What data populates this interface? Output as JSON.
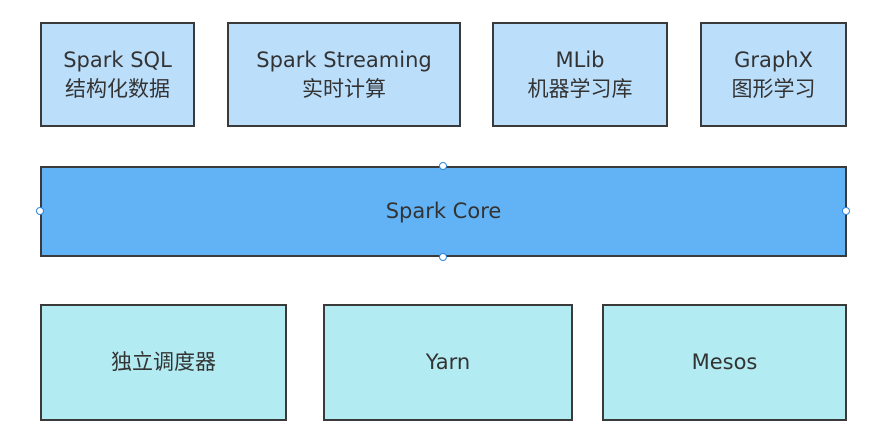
{
  "top_layer": [
    {
      "title": "Spark SQL",
      "subtitle": "结构化数据"
    },
    {
      "title": "Spark Streaming",
      "subtitle": "实时计算"
    },
    {
      "title": "MLib",
      "subtitle": "机器学习库"
    },
    {
      "title": "GraphX",
      "subtitle": "图形学习"
    }
  ],
  "core": {
    "label": "Spark Core"
  },
  "bottom_layer": [
    {
      "label": "独立调度器"
    },
    {
      "label": "Yarn"
    },
    {
      "label": "Mesos"
    }
  ],
  "colors": {
    "top": "#bbdefb",
    "core": "#62b3f5",
    "bottom": "#b2ebf2",
    "border": "#3a3a3a"
  }
}
